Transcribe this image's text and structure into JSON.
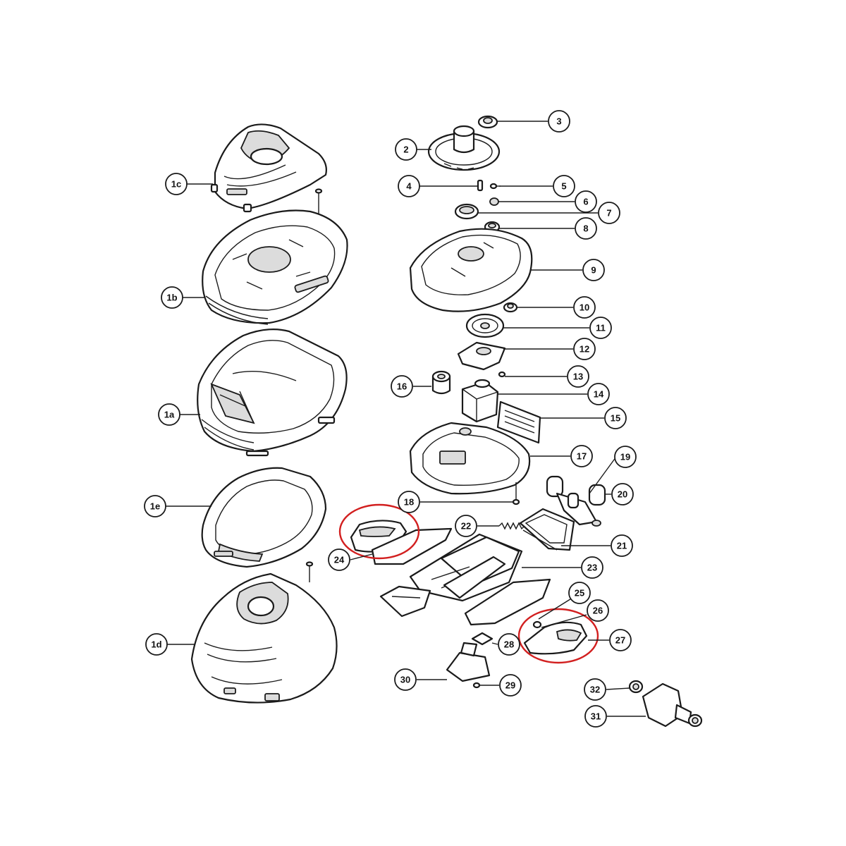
{
  "diagram": {
    "highlight_color": "#d21f1f",
    "line_color": "#1a1a1a",
    "callouts": [
      {
        "id": "1c",
        "label": "1c"
      },
      {
        "id": "1b",
        "label": "1b"
      },
      {
        "id": "1a",
        "label": "1a"
      },
      {
        "id": "1e",
        "label": "1e"
      },
      {
        "id": "1d",
        "label": "1d"
      },
      {
        "id": "2",
        "label": "2"
      },
      {
        "id": "3",
        "label": "3"
      },
      {
        "id": "4",
        "label": "4"
      },
      {
        "id": "5",
        "label": "5"
      },
      {
        "id": "6",
        "label": "6"
      },
      {
        "id": "7",
        "label": "7"
      },
      {
        "id": "8",
        "label": "8"
      },
      {
        "id": "9",
        "label": "9"
      },
      {
        "id": "10",
        "label": "10"
      },
      {
        "id": "11",
        "label": "11"
      },
      {
        "id": "12",
        "label": "12"
      },
      {
        "id": "13",
        "label": "13"
      },
      {
        "id": "14",
        "label": "14"
      },
      {
        "id": "15",
        "label": "15"
      },
      {
        "id": "16",
        "label": "16"
      },
      {
        "id": "17",
        "label": "17"
      },
      {
        "id": "18",
        "label": "18"
      },
      {
        "id": "19",
        "label": "19"
      },
      {
        "id": "20",
        "label": "20"
      },
      {
        "id": "21",
        "label": "21"
      },
      {
        "id": "22",
        "label": "22"
      },
      {
        "id": "23",
        "label": "23"
      },
      {
        "id": "24",
        "label": "24"
      },
      {
        "id": "25",
        "label": "25"
      },
      {
        "id": "26",
        "label": "26"
      },
      {
        "id": "27",
        "label": "27"
      },
      {
        "id": "28",
        "label": "28"
      },
      {
        "id": "29",
        "label": "29"
      },
      {
        "id": "30",
        "label": "30"
      },
      {
        "id": "31",
        "label": "31"
      },
      {
        "id": "32",
        "label": "32"
      }
    ]
  }
}
